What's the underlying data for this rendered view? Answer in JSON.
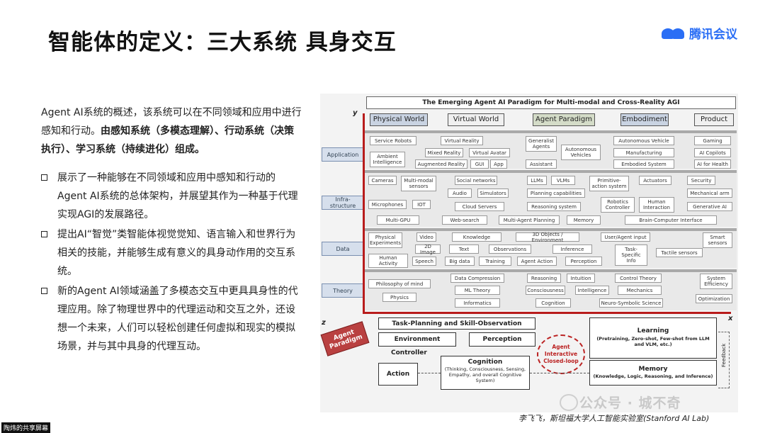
{
  "title": "智能体的定义：三大系统 具身交互",
  "logo_text": "腾讯会议",
  "intro_plain": "Agent AI系统的概述，该系统可以在不同领域和应用中进行感知和行动。",
  "intro_bold": "由感知系统（多模态理解）、行动系统（决策执行）、学习系统（持续进化）组成。",
  "bullets": [
    "展示了一种能够在不同领域和应用中感知和行动的Agent AI系统的总体架构，并展望其作为一种基于代理实现AGI的发展路径。",
    "提出AI“智觉”类智能体视觉觉知、语言输入和世界行为相关的技能，并能够生成有意义的具身动作用的交互系统。",
    "新的Agent AI领域涵盖了多模态交互中更具具身性的代理应用。除了物理世界中的代理运动和交互之外，还设想一个未来，人们可以轻松创建任何虚拟和现实的模拟场景，并与其中具身的代理互动。"
  ],
  "figure": {
    "header": "The Emerging Agent AI Paradigm for Multi-modal and Cross-Reality AGI",
    "columns": [
      "Physical World",
      "Virtual World",
      "Agent Paradigm",
      "Embodiment",
      "Product"
    ],
    "rows": [
      "Application",
      "Infra-\nstructure",
      "Data",
      "Theory"
    ],
    "cells": {
      "application": [
        "Service Robots",
        "Ambient Intelligence",
        "Virtual Reality",
        "Mixed Reality",
        "Virtual Avatar",
        "Augmented Reality",
        "GUI",
        "App",
        "Generalist Agents",
        "Autonomous Vehicles",
        "Assistant",
        "Autonomous Vehicle",
        "Manufacturing",
        "Embodied System",
        "Gaming",
        "AI Copilots",
        "AI for Health"
      ],
      "infrastructure": [
        "Cameras",
        "Multi-modal sensors",
        "Social networks",
        "Audio",
        "Simulators",
        "Microphones",
        "IOT",
        "Cloud Servers",
        "Multi-GPU",
        "Web-search",
        "LLMs",
        "VLMs",
        "Primitive-action system",
        "Actuators",
        "Planning capabilities",
        "Reasoning system",
        "Robotics Controller",
        "Human Interaction",
        "Security",
        "Mechanical arm",
        "Generative AI",
        "Multi-Agent Planning",
        "Memory",
        "Brain-Computer Interface"
      ],
      "data": [
        "Physical Experiments",
        "Video",
        "2D Image",
        "Human Activity",
        "Speech",
        "Knowledge",
        "3D Objects / Environment",
        "Text",
        "Observations",
        "Inference",
        "Big data",
        "Training",
        "Agent Action",
        "Perception",
        "User/Agent input",
        "Task-Specific Info",
        "Tactile sensors",
        "Smart sensors"
      ],
      "theory": [
        "Philosophy of mind",
        "Physics",
        "Data Compression",
        "ML Theory",
        "Informatics",
        "Reasoning",
        "Intuition",
        "Consciousness",
        "Intelligence",
        "Cognition",
        "Control Theory",
        "Mechanics",
        "Neuro-Symbolic Science",
        "System Efficiency",
        "Optimization"
      ]
    },
    "axis_y": "y",
    "axis_x": "x",
    "axis_z": "z",
    "paradigm_tag": "Agent Paradigm",
    "bottom": {
      "task_planning": "Task-Planning and Skill-Observation",
      "environment": "Environment",
      "perception": "Perception",
      "controller": "Controller",
      "action": "Action",
      "cognition": "Cognition",
      "cognition_sub": "(Thinking, Consciousness, Sensing, Empathy, and overall Cognitive System)",
      "loop": "Agent Interactive Closed-loop",
      "learning": "Learning",
      "learning_sub": "(Pretraining, Zero-shot, Few-shot from LLM and VLM, etc.)",
      "memory": "Memory",
      "memory_sub": "(Knowledge, Logic, Reasoning, and Inference)",
      "feedback": "Feedback"
    }
  },
  "credit": "李飞飞，斯坦福大学人工智能实验室(Stanford AI Lab)",
  "watermark": "公众号 · 城不奇",
  "share_label": "陶炜的共享屏幕"
}
